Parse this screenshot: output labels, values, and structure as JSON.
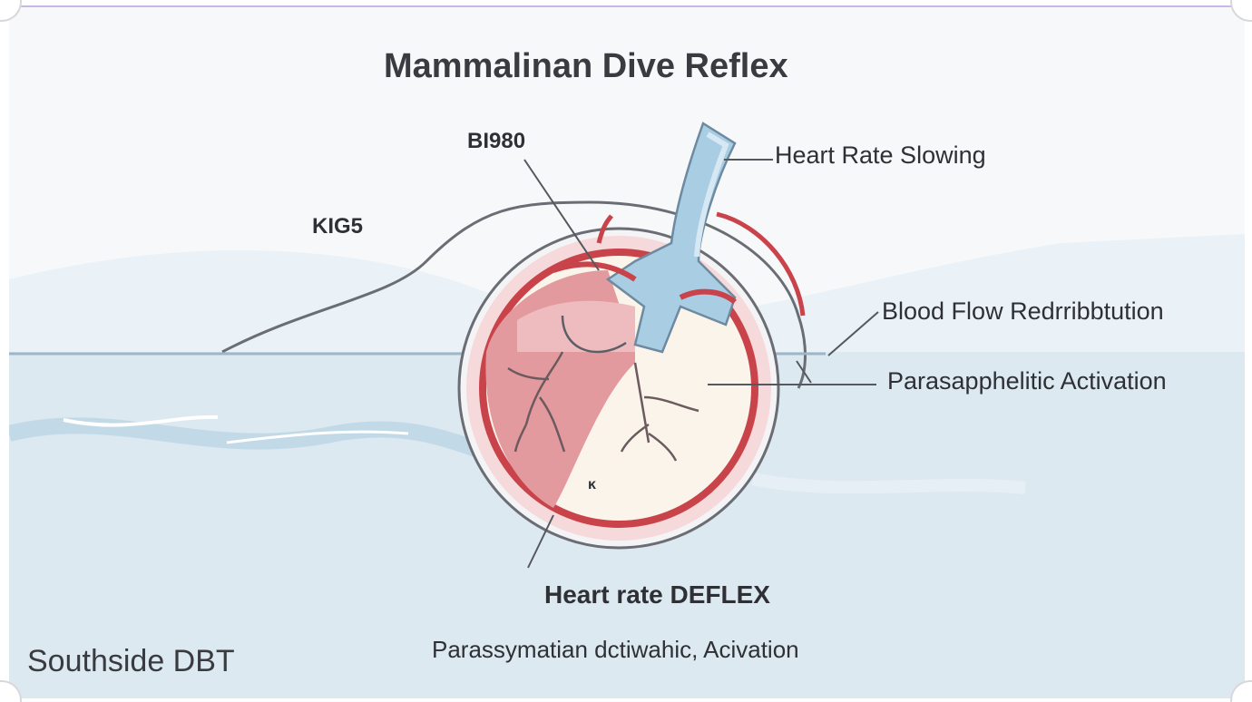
{
  "title": "Mammalinan Dive Reflex",
  "labels": {
    "bi980": "BI980",
    "kig5": "KIG5",
    "heart_rate_slowing": "Heart Rate Slowing",
    "blood_flow": "Blood Flow Redrribbtution",
    "parasympathetic": "Parasapphelitic Activation",
    "inner_mark": "ĸ"
  },
  "footer": {
    "heading": "Heart rate DEFLEX",
    "caption": "Parassymatian dctiwahic, Acivation"
  },
  "brand": "Southside DBT",
  "colors": {
    "water": "#cfe3ee",
    "heart_red": "#c9444a",
    "heart_fill": "#e9a3a6",
    "vessel_blue": "#9cc2dc",
    "outline": "#5c5f66"
  }
}
